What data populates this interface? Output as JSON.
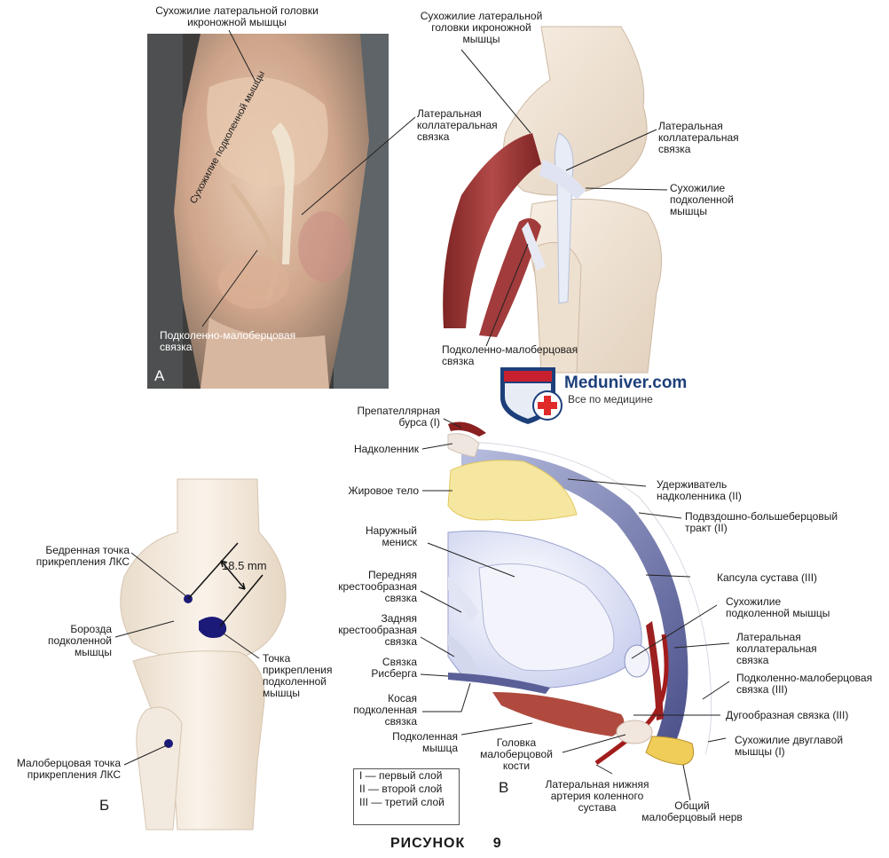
{
  "panel_a": {
    "letter": "А",
    "labels": {
      "lat_gastro": [
        "Сухожилие латеральной головки",
        "икроножной мышцы"
      ],
      "lcl": [
        "Латеральная",
        "коллатеральная",
        "связка"
      ],
      "popliteus_tendon_vertical": "Сухожилие подколенной мышцы",
      "popliteofibular": [
        "Подколенно-малоберцовая",
        "связка"
      ]
    }
  },
  "panel_a2": {
    "labels": {
      "lat_gastro": [
        "Сухожилие латеральной",
        "головки икроножной",
        "мышцы"
      ],
      "lcl": [
        "Латеральная",
        "коллатеральная",
        "связка"
      ],
      "popliteus_tendon": [
        "Сухожилие",
        "подколенной",
        "мышцы"
      ],
      "popliteofibular": [
        "Подколенно-малоберцовая",
        "связка"
      ]
    }
  },
  "logo": {
    "title": "Meduniver.com",
    "subtitle": "Все по медицине",
    "colors": {
      "shield_red": "#c8202f",
      "shield_blue": "#1d3f7a",
      "cross": "#e02a2a"
    }
  },
  "panel_b": {
    "letter": "Б",
    "measurement": "18.5 mm",
    "labels": {
      "femoral_point": [
        "Бедренная точка",
        "прикрепления ЛКС"
      ],
      "groove": [
        "Борозда",
        "подколенной",
        "мышцы"
      ],
      "popliteus_point": [
        "Точка",
        "прикрепления",
        "подколенной",
        "мышцы"
      ],
      "fibular_point": [
        "Малоберцовая точка",
        "прикрепления ЛКС"
      ]
    },
    "colors": {
      "marker": "#1c1a78"
    }
  },
  "panel_c": {
    "letter": "В",
    "left_labels": {
      "prepatellar_bursa": [
        "Препателлярная",
        "бурса (I)"
      ],
      "patella": "Надколенник",
      "fat_pad": "Жировое тело",
      "lateral_meniscus": [
        "Наружный",
        "мениск"
      ],
      "acl": [
        "Передняя",
        "крестообразная",
        "связка"
      ],
      "pcl": [
        "Задняя",
        "крестообразная",
        "связка"
      ],
      "wrisberg": [
        "Связка",
        "Рисберга"
      ],
      "oblique_popliteal": [
        "Косая",
        "подколенная",
        "связка"
      ],
      "popliteus_muscle": [
        "Подколенная",
        "мышца"
      ],
      "fibular_head": [
        "Головка",
        "малоберцовой",
        "кости"
      ],
      "inferior_genicular": [
        "Латеральная нижняя",
        "артерия коленного",
        "сустава"
      ],
      "peroneal_nerve": [
        "Общий",
        "малоберцовый нерв"
      ]
    },
    "right_labels": {
      "retinaculum": [
        "Удерживатель",
        "надколенника (II)"
      ],
      "it_band": [
        "Подвздошно-большеберцовый",
        "тракт (II)"
      ],
      "capsule": "Капсула сустава (III)",
      "popliteus_tendon": [
        "Сухожилие",
        "подколенной мышцы"
      ],
      "lcl": [
        "Латеральная",
        "коллатеральная",
        "связка"
      ],
      "popliteofibular": [
        "Подколенно-малоберцовая",
        "связка (III)"
      ],
      "arcuate": "Дугообразная связка (III)",
      "biceps": [
        "Сухожилие двуглавой",
        "мышцы (I)"
      ]
    },
    "legend": [
      "I — первый слой",
      "II — второй слой",
      "III — третий слой"
    ]
  },
  "caption": {
    "word": "РИСУНОК",
    "number": "9"
  }
}
